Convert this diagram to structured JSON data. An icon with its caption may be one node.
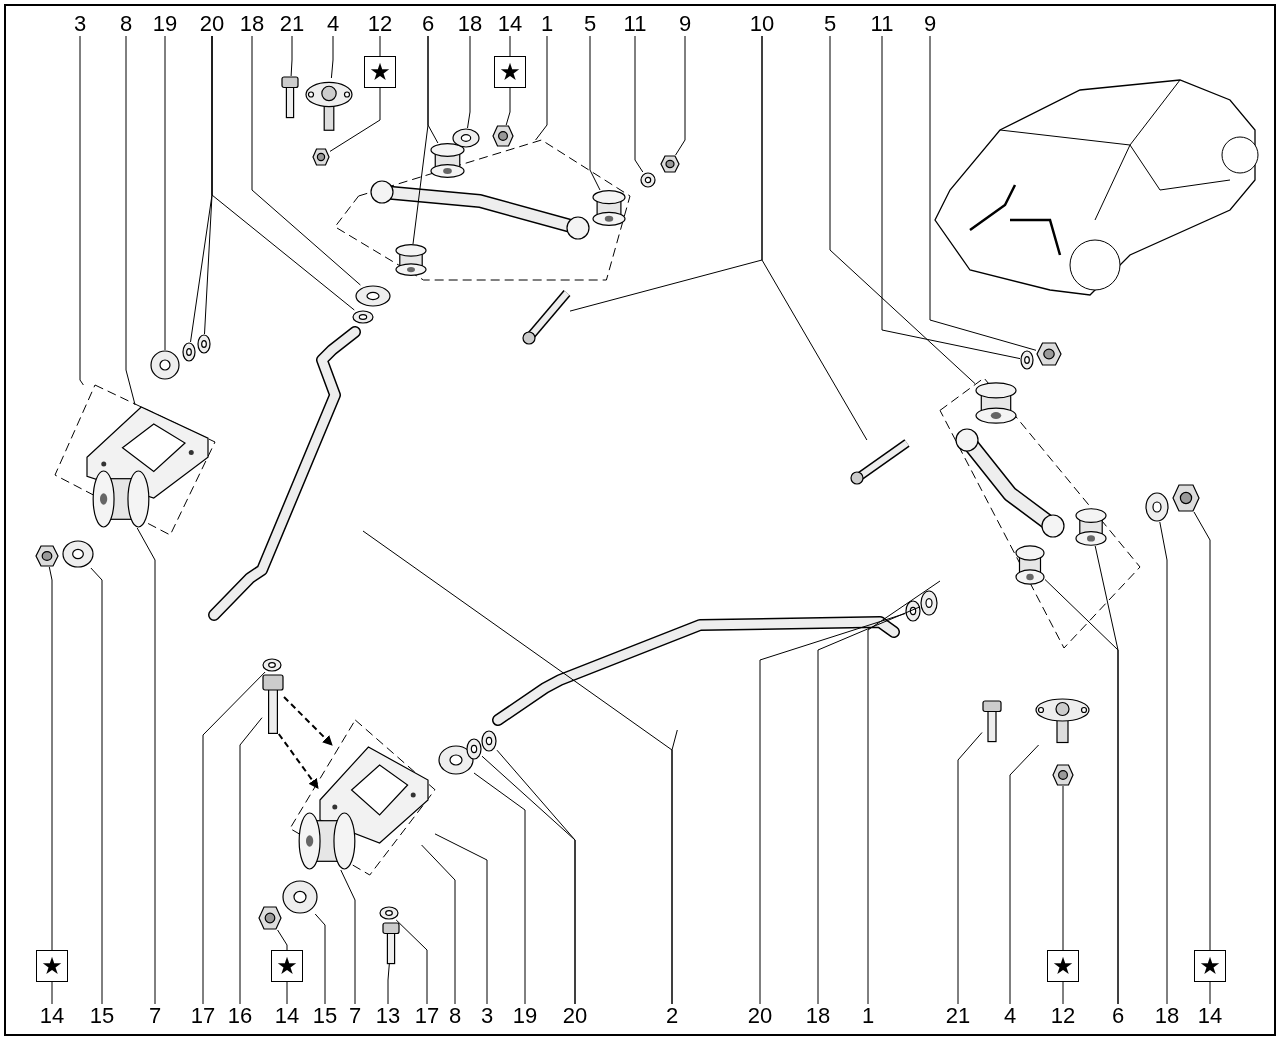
{
  "diagram": {
    "nodes": [
      {
        "text": [],
        "shape": "box"
      },
      {
        "text": [],
        "shape": "picture",
        "in": 0
      },
      {
        "text": [],
        "shape": "picture",
        "in": 0
      },
      {
        "text": [],
        "shape": "box"
      },
      {
        "text": [],
        "shape": "picture",
        "in": 3
      },
      {
        "text": [],
        "shape": "picture",
        "in": 3
      },
      {
        "text": [],
        "shape": "picture",
        "in": 3
      },
      {
        "text": [],
        "shape": "picture",
        "in": 3
      },
      {
        "text": [],
        "shape": "box"
      },
      {
        "text": [],
        "shape": "picture",
        "in": 8
      },
      {
        "text": [],
        "shape": "picture",
        "in": 8
      },
      {
        "text": [],
        "shape": "picture",
        "in": 8
      },
      {
        "text": [],
        "shape": "picture",
        "in": 8
      },
      {
        "text": [],
        "shape": "box"
      },
      {
        "text": [],
        "shape": "picture",
        "in": 13
      },
      {
        "text": [],
        "shape": "picture",
        "in": 13
      },
      {
        "text": [],
        "shape": "picture"
      },
      {
        "text": [],
        "shape": "picture"
      },
      {
        "text": [],
        "shape": "picture"
      },
      {
        "text": [],
        "shape": "picture"
      },
      {
        "text": [],
        "shape": "picture"
      },
      {
        "text": [],
        "shape": "picture"
      },
      {
        "text": [],
        "shape": "picture"
      },
      {
        "text": [],
        "shape": "picture"
      },
      {
        "text": [],
        "shape": "picture"
      },
      {
        "text": [],
        "shape": "picture"
      },
      {
        "text": [],
        "shape": "picture"
      },
      {
        "text": [],
        "shape": "picture"
      },
      {
        "text": [],
        "shape": "picture"
      },
      {
        "text": [],
        "shape": "picture"
      },
      {
        "text": [],
        "shape": "picture"
      },
      {
        "text": [],
        "shape": "picture"
      },
      {
        "text": [],
        "shape": "picture"
      },
      {
        "text": [],
        "shape": "picture"
      },
      {
        "text": [],
        "shape": "picture"
      },
      {
        "text": [],
        "shape": "picture"
      },
      {
        "text": [],
        "shape": "picture"
      },
      {
        "text": [],
        "shape": "picture"
      },
      {
        "text": [],
        "shape": "picture"
      },
      {
        "text": [],
        "shape": "picture"
      },
      {
        "text": [],
        "shape": "picture"
      },
      {
        "text": [],
        "shape": "picture"
      },
      {
        "text": [],
        "shape": "picture"
      },
      {
        "text": [],
        "shape": "picture"
      },
      {
        "text": [],
        "shape": "picture"
      },
      {
        "text": [],
        "shape": "picture"
      },
      {
        "text": [],
        "shape": "picture"
      },
      {
        "text": [],
        "shape": "picture"
      },
      {
        "text": [],
        "shape": "picture"
      },
      {
        "text": [],
        "shape": "picture"
      },
      {
        "text": [],
        "shape": "picture"
      },
      {
        "text": [],
        "shape": "picture"
      },
      {
        "text": [
          "3"
        ]
      },
      {
        "text": [
          "8"
        ]
      },
      {
        "text": [
          "19"
        ]
      },
      {
        "text": [
          "20"
        ]
      },
      {
        "text": [
          "18"
        ]
      },
      {
        "text": [
          "21"
        ]
      },
      {
        "text": [
          "4"
        ]
      },
      {
        "text": [
          "12"
        ],
        "beside": [
          "★"
        ]
      },
      {
        "text": [
          "6"
        ]
      },
      {
        "text": [
          "18"
        ]
      },
      {
        "text": [
          "14"
        ],
        "beside": [
          "★"
        ]
      },
      {
        "text": [
          "1"
        ]
      },
      {
        "text": [
          "5"
        ]
      },
      {
        "text": [
          "11"
        ]
      },
      {
        "text": [
          "9"
        ]
      },
      {
        "text": [
          "10"
        ]
      },
      {
        "text": [
          "5"
        ]
      },
      {
        "text": [
          "11"
        ]
      },
      {
        "text": [
          "9"
        ]
      },
      {
        "text": [
          "14"
        ],
        "beside": [
          "★"
        ]
      },
      {
        "text": [
          "15"
        ]
      },
      {
        "text": [
          "7"
        ]
      },
      {
        "text": [
          "17"
        ]
      },
      {
        "text": [
          "16"
        ]
      },
      {
        "text": [
          "14"
        ],
        "beside": [
          "★"
        ]
      },
      {
        "text": [
          "15"
        ]
      },
      {
        "text": [
          "7"
        ]
      },
      {
        "text": [
          "13"
        ]
      },
      {
        "text": [
          "17"
        ]
      },
      {
        "text": [
          "8"
        ]
      },
      {
        "text": [
          "3"
        ]
      },
      {
        "text": [
          "19"
        ]
      },
      {
        "text": [
          "20"
        ]
      },
      {
        "text": [
          "2"
        ]
      },
      {
        "text": [
          "20"
        ]
      },
      {
        "text": [
          "18"
        ]
      },
      {
        "text": [
          "1"
        ]
      },
      {
        "text": [
          "21"
        ]
      },
      {
        "text": [
          "4"
        ]
      },
      {
        "text": [
          "12"
        ],
        "beside": [
          "★"
        ]
      },
      {
        "text": [
          "6"
        ]
      },
      {
        "text": [
          "18"
        ]
      },
      {
        "text": [
          "14"
        ],
        "beside": [
          "★"
        ]
      }
    ],
    "edges": [
      {
        "from": 52,
        "to": 0,
        "arrow": "none"
      },
      {
        "from": 53,
        "to": 1,
        "arrow": "none"
      },
      {
        "from": 54,
        "to": 16,
        "arrow": "none"
      },
      {
        "from": 55,
        "to": 17,
        "arrow": "none"
      },
      {
        "from": 55,
        "to": 18,
        "arrow": "none"
      },
      {
        "from": 55,
        "to": 20,
        "arrow": "none"
      },
      {
        "from": 56,
        "to": 19,
        "arrow": "none"
      },
      {
        "from": 57,
        "to": 23,
        "arrow": "none"
      },
      {
        "from": 58,
        "to": 24,
        "arrow": "none"
      },
      {
        "from": 59,
        "to": 25,
        "arrow": "none"
      },
      {
        "from": 60,
        "to": 5,
        "arrow": "none"
      },
      {
        "from": 60,
        "to": 6,
        "arrow": "none"
      },
      {
        "from": 61,
        "to": 26,
        "arrow": "none"
      },
      {
        "from": 62,
        "to": 27,
        "arrow": "none"
      },
      {
        "from": 63,
        "to": 3,
        "arrow": "none"
      },
      {
        "from": 64,
        "to": 7,
        "arrow": "none"
      },
      {
        "from": 65,
        "to": 28,
        "arrow": "none"
      },
      {
        "from": 66,
        "to": 29,
        "arrow": "none"
      },
      {
        "from": 67,
        "to": 30,
        "arrow": "none"
      },
      {
        "from": 67,
        "to": 31,
        "arrow": "none"
      },
      {
        "from": 68,
        "to": 10,
        "arrow": "none"
      },
      {
        "from": 69,
        "to": 32,
        "arrow": "none"
      },
      {
        "from": 70,
        "to": 33,
        "arrow": "none"
      },
      {
        "from": 71,
        "to": 21,
        "arrow": "none"
      },
      {
        "from": 72,
        "to": 22,
        "arrow": "none"
      },
      {
        "from": 73,
        "to": 2,
        "arrow": "none"
      },
      {
        "from": 74,
        "to": 36,
        "arrow": "none"
      },
      {
        "from": 75,
        "to": 37,
        "arrow": "none"
      },
      {
        "from": 76,
        "to": 38,
        "arrow": "none"
      },
      {
        "from": 77,
        "to": 39,
        "arrow": "none"
      },
      {
        "from": 78,
        "to": 15,
        "arrow": "none"
      },
      {
        "from": 79,
        "to": 40,
        "arrow": "none"
      },
      {
        "from": 80,
        "to": 41,
        "arrow": "none"
      },
      {
        "from": 81,
        "to": 14,
        "arrow": "none"
      },
      {
        "from": 82,
        "to": 13,
        "arrow": "none"
      },
      {
        "from": 83,
        "to": 42,
        "arrow": "none"
      },
      {
        "from": 84,
        "to": 43,
        "arrow": "none"
      },
      {
        "from": 84,
        "to": 44,
        "arrow": "none"
      },
      {
        "from": 85,
        "to": 34,
        "arrow": "none"
      },
      {
        "from": 85,
        "to": 35,
        "arrow": "none"
      },
      {
        "from": 86,
        "to": 45,
        "arrow": "none"
      },
      {
        "from": 87,
        "to": 46,
        "arrow": "none"
      },
      {
        "from": 88,
        "to": 8,
        "arrow": "none"
      },
      {
        "from": 89,
        "to": 47,
        "arrow": "none"
      },
      {
        "from": 90,
        "to": 48,
        "arrow": "none"
      },
      {
        "from": 91,
        "to": 49,
        "arrow": "none"
      },
      {
        "from": 92,
        "to": 11,
        "arrow": "none"
      },
      {
        "from": 92,
        "to": 12,
        "arrow": "none"
      },
      {
        "from": 93,
        "to": 50,
        "arrow": "none"
      },
      {
        "from": 94,
        "to": 51,
        "arrow": "none"
      },
      {
        "from": 37,
        "to": 14,
        "arrow": "to",
        "style": "dashed"
      },
      {
        "from": 37,
        "to": 14,
        "arrow": "to",
        "style": "dashed"
      }
    ]
  }
}
